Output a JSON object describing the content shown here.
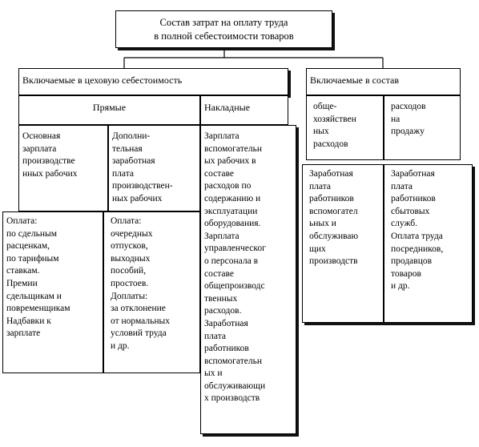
{
  "title": "Состав затрат на оплату труда\nв полной себестоимости товаров",
  "left_branch": {
    "header": "Включаемые  в цеховую себестоимость",
    "direct": {
      "label": "Прямые",
      "basic_wages": "Основная\nзарплата\nпроизводстве\nнных  рабочих",
      "additional_wages": "Дополни-\nтельная\nзаработная\nплата\nпроизводствен-\nных рабочих",
      "basic_payments": "Оплата:\nпо сдельным\nрасценкам,\nпо тарифным\nставкам.\nПремии\nсдельщикам и\nповременщикам\nНадбавки к\nзарплате",
      "additional_payments": "Оплата:\nочередных\nотпусков,\nвыходных\nпособий,\nпростоев.\nДоплаты:\nза отклонение\nот нормальных\nусловий  труда\nи др."
    },
    "overhead": {
      "label": "Накладные",
      "text": "Зарплата\nвспомогательн\nых рабочих в\nсоставе\nрасходов по\nсодержанию и\nэксплуатации\nоборудования.\nЗарплата\nуправленческог\nо персонала в\nсоставе\nобщепроизводс\nтвенных\nрасходов.\nЗаработная\nплата\nработников\nвспомогательн\nых и\nобслуживающи\nх производств"
    }
  },
  "right_branch": {
    "header": "Включаемые  в состав",
    "general": {
      "label": "обще-\nхозяйствен\nных\nрасходов",
      "text": "Заработная\nплата\nработников\nвспомогател\nьных и\nобслуживаю\nщих\nпроизводств"
    },
    "selling": {
      "label": "расходов\nна\nпродажу",
      "text": "Заработная\nплата\nработников\nсбытовых\nслужб.\nОплата труда\nпосредников,\nпродавцов\nтоваров\nи др."
    }
  }
}
